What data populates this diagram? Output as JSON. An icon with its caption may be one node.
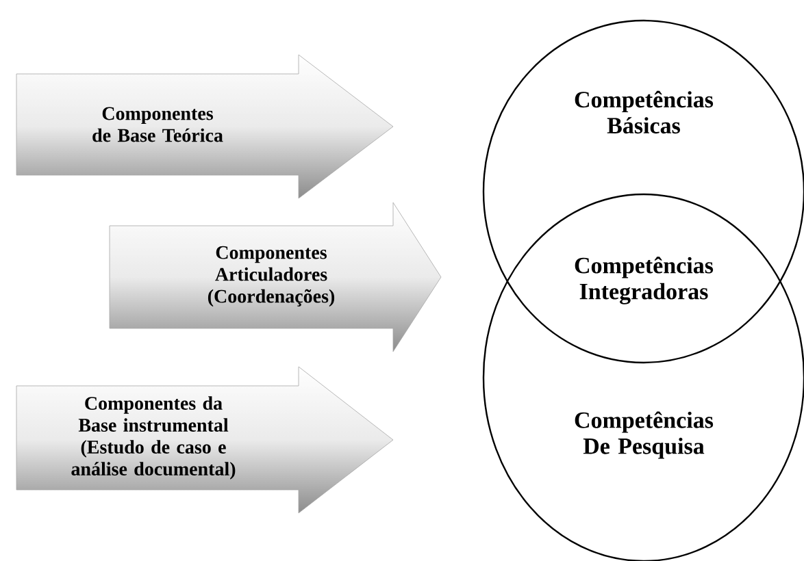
{
  "diagram": {
    "nodes": [
      {
        "text": [
          "Componentes de Base Teórica"
        ]
      },
      {
        "text": [
          "Componentes Articuladores (Coordenações)"
        ]
      },
      {
        "text": [
          "Componentes da Base instrumental (Estudo de caso e análise documental)"
        ]
      },
      {
        "text": [
          "Competências Básicas"
        ]
      },
      {
        "text": [
          "Competências Integradoras"
        ]
      },
      {
        "text": [
          "Competências De Pesquisa"
        ]
      }
    ]
  }
}
